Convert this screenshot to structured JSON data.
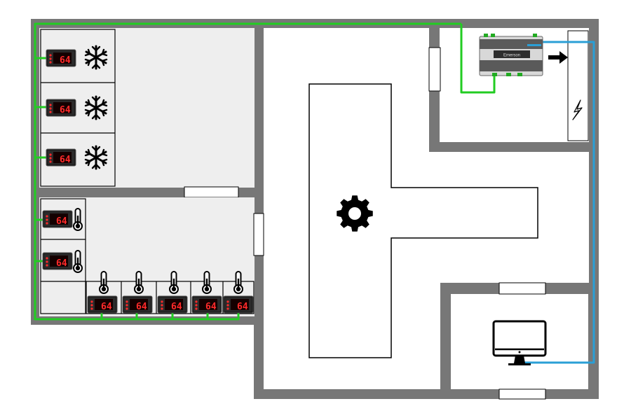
{
  "diagram": {
    "colors": {
      "wall": "#777777",
      "floor_light": "#eeeeee",
      "floor_white": "#ffffff",
      "outline": "#000000",
      "sensor_network": "#22cc22",
      "ip_network": "#2a9fd6",
      "display_digits": "#ff2a2a",
      "controller_body": "#1c1c1c"
    },
    "controller_display_text": "64",
    "controller_unit": {
      "label": "Emerson",
      "arrow": "output-arrow-icon"
    },
    "rooms": {
      "freezers": {
        "count": 3,
        "icon": "snowflake-icon"
      },
      "coolers": {
        "count": 2,
        "icon": "thermometer-icon"
      },
      "display_cases": {
        "count": 5,
        "icon": "thermometer-icon"
      },
      "machine_room": {
        "icon": "gear-icon"
      },
      "office": {
        "icon": "monitor-icon"
      },
      "electrical": {
        "icon": "lightning-icon"
      }
    }
  }
}
